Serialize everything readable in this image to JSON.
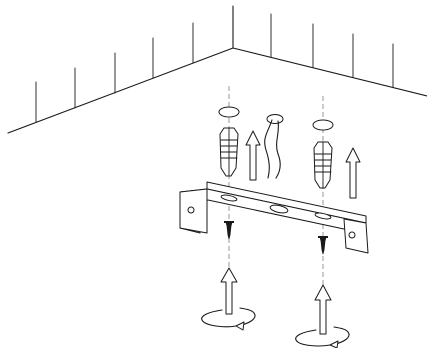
{
  "figure": {
    "kind": "mounting-instructions",
    "icons": [
      "ceiling-corner",
      "wall-plug",
      "cable",
      "mounting-bracket",
      "screw",
      "push-arrow",
      "rotate-arrow"
    ],
    "colors": {
      "line": "#1a1a1a",
      "guide": "#9a9a9a",
      "background": "#ffffff"
    }
  }
}
